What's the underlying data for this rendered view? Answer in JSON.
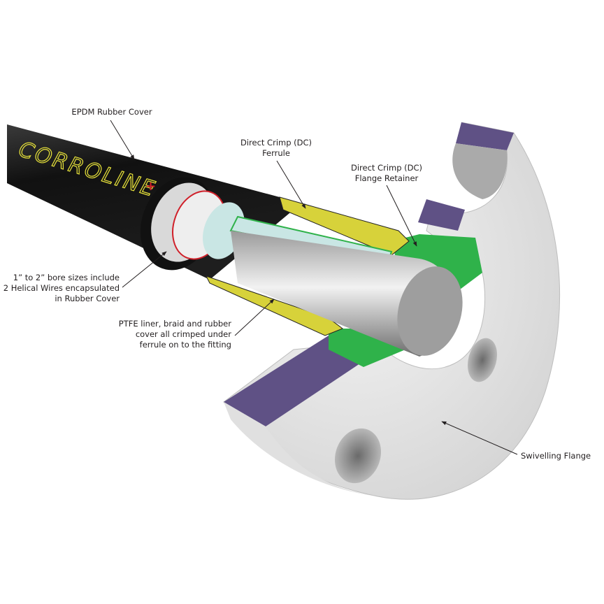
{
  "brand": "CORROLINE+",
  "labels": {
    "epdm": [
      "EPDM Rubber Cover"
    ],
    "ferrule": [
      "Direct Crimp (DC)",
      "Ferrule"
    ],
    "retainer": [
      "Direct Crimp (DC)",
      "Flange Retainer"
    ],
    "helical": [
      "1” to 2” bore sizes include",
      "2 Helical Wires encapsulated",
      "in Rubber Cover"
    ],
    "ptfe": [
      "PTFE liner, braid and rubber",
      "cover all crimped under",
      "ferrule on to the fitting"
    ],
    "flange": [
      "Swivelling Flange"
    ]
  },
  "colors": {
    "rubber": "#1a1a1a",
    "brand_text": "#e6e13a",
    "ferrule": "#d7d23a",
    "retainer": "#2fb24a",
    "flange_face": "#6a5a8e",
    "liner": "#c9e6e4",
    "red_line": "#d0202a"
  }
}
